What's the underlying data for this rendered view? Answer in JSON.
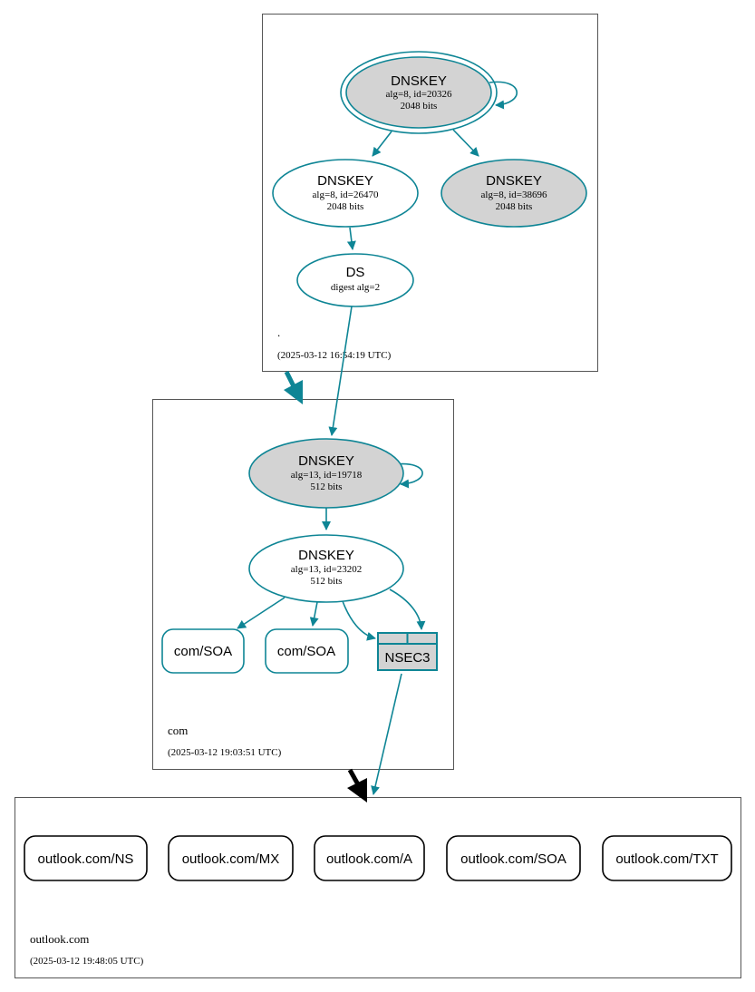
{
  "colors": {
    "edge": "#0e8595",
    "gray_fill": "#d3d3d3",
    "zone_border": "#555555",
    "black": "#000000"
  },
  "zones": {
    "root": {
      "name": ".",
      "timestamp": "(2025-03-12 16:54:19 UTC)"
    },
    "com": {
      "name": "com",
      "timestamp": "(2025-03-12 19:03:51 UTC)"
    },
    "outlook": {
      "name": "outlook.com",
      "timestamp": "(2025-03-12 19:48:05 UTC)"
    }
  },
  "nodes": {
    "root_ksk": {
      "title": "DNSKEY",
      "line1": "alg=8, id=20326",
      "line2": "2048 bits"
    },
    "root_zsk": {
      "title": "DNSKEY",
      "line1": "alg=8, id=26470",
      "line2": "2048 bits"
    },
    "root_key3": {
      "title": "DNSKEY",
      "line1": "alg=8, id=38696",
      "line2": "2048 bits"
    },
    "root_ds": {
      "title": "DS",
      "line1": "digest alg=2"
    },
    "com_ksk": {
      "title": "DNSKEY",
      "line1": "alg=13, id=19718",
      "line2": "512 bits"
    },
    "com_zsk": {
      "title": "DNSKEY",
      "line1": "alg=13, id=23202",
      "line2": "512 bits"
    },
    "com_soa1": {
      "label": "com/SOA"
    },
    "com_soa2": {
      "label": "com/SOA"
    },
    "com_nsec3": {
      "label": "NSEC3"
    },
    "outlook_ns": {
      "label": "outlook.com/NS"
    },
    "outlook_mx": {
      "label": "outlook.com/MX"
    },
    "outlook_a": {
      "label": "outlook.com/A"
    },
    "outlook_soa": {
      "label": "outlook.com/SOA"
    },
    "outlook_txt": {
      "label": "outlook.com/TXT"
    }
  }
}
